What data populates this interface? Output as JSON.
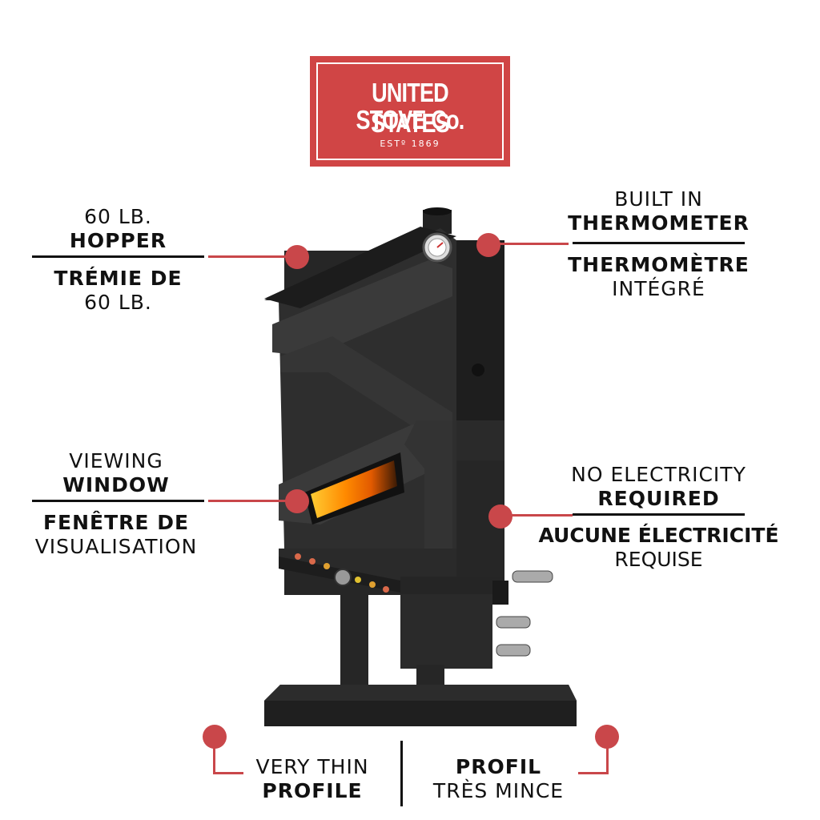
{
  "logo": {
    "line1": "UNITED STATES",
    "line2": "STOVE Co.",
    "established": "ESTº 1869",
    "color": "#d04545"
  },
  "callouts": {
    "hopper": {
      "en_top": "60 LB.",
      "en_bold": "HOPPER",
      "fr_bold": "TRÉMIE DE",
      "fr_bottom": "60 LB."
    },
    "thermometer": {
      "en_top": "BUILT IN",
      "en_bold": "THERMOMETER",
      "fr_bold": "THERMOMÈTRE",
      "fr_bottom": "INTÉGRÉ"
    },
    "window": {
      "en_top": "VIEWING",
      "en_bold": "WINDOW",
      "fr_bold": "FENÊTRE DE",
      "fr_bottom": "VISUALISATION"
    },
    "electricity": {
      "en_top": "NO ELECTRICITY",
      "en_bold": "REQUIRED",
      "fr_bold": "AUCUNE ÉLECTRICITÉ",
      "fr_bottom": "REQUISE"
    },
    "profile": {
      "en_top": "VERY THIN",
      "en_bold": "PROFILE",
      "fr_bold": "PROFIL",
      "fr_bottom": "TRÈS MINCE"
    }
  },
  "accent_color": "#c9474a",
  "product_image": "pellet-stove"
}
